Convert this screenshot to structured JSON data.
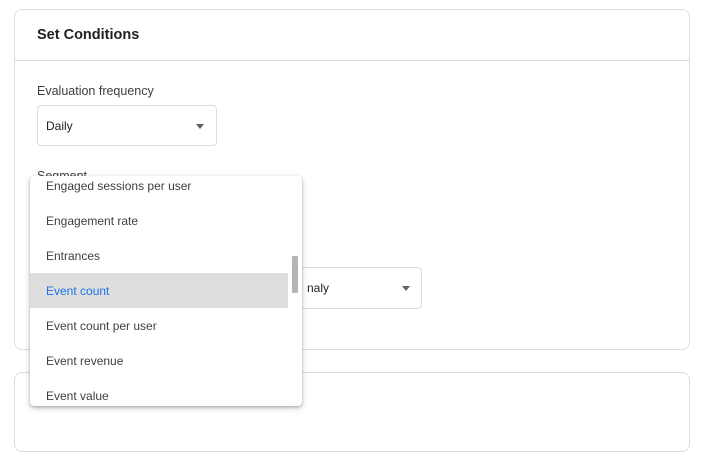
{
  "card": {
    "title": "Set Conditions"
  },
  "evaluation_frequency": {
    "label": "Evaluation frequency",
    "value": "Daily"
  },
  "segment": {
    "label": "Segment"
  },
  "condition_select": {
    "visible_value": "naly"
  },
  "metric_dropdown": {
    "items": [
      {
        "label": "Engaged sessions per user",
        "selected": false
      },
      {
        "label": "Engagement rate",
        "selected": false
      },
      {
        "label": "Entrances",
        "selected": false
      },
      {
        "label": "Event count",
        "selected": true
      },
      {
        "label": "Event count per user",
        "selected": false
      },
      {
        "label": "Event revenue",
        "selected": false
      },
      {
        "label": "Event value",
        "selected": false
      }
    ]
  },
  "colors": {
    "accent": "#1a73e8",
    "selected_bg": "#dedede",
    "border": "#dadce0"
  }
}
